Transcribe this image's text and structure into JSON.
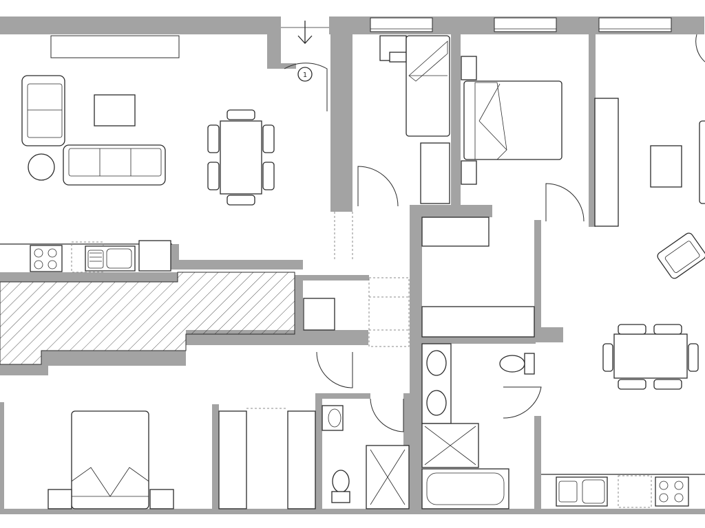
{
  "plan": {
    "stair_label": "1",
    "colors": {
      "wall": "#a3a3a3",
      "line": "#2a2a2a",
      "background": "#ffffff"
    },
    "rooms": [
      "living-room",
      "kitchen",
      "bedroom-single",
      "bedroom-double",
      "bedroom-lower",
      "bathroom-small",
      "bathroom-large",
      "wardrobe",
      "dining-living-right",
      "kitchen-right"
    ]
  }
}
